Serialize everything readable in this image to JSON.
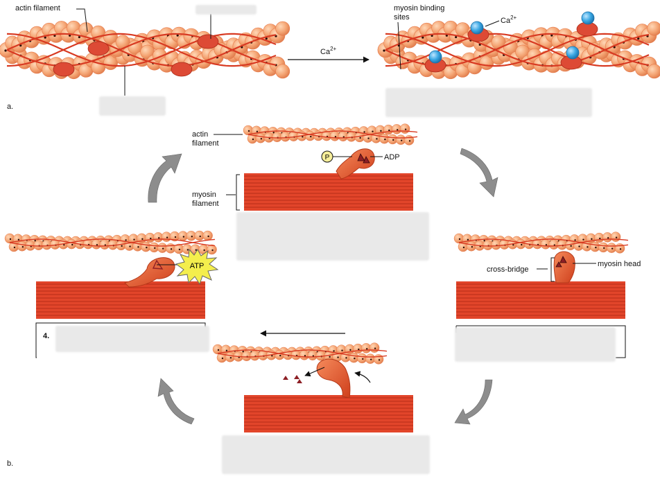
{
  "panel_a": {
    "panel_label": "a.",
    "actin_filament_label": "actin filament",
    "calcium_arrow_label": "Ca",
    "calcium_arrow_superscript": "2+",
    "myosin_binding_sites_label_line1": "myosin binding",
    "myosin_binding_sites_label_line2": "sites",
    "calcium_ion_label": "Ca",
    "calcium_ion_superscript": "2+"
  },
  "panel_b": {
    "panel_label": "b.",
    "actin_label_line1": "actin",
    "actin_label_line2": "filament",
    "myosin_label_line1": "myosin",
    "myosin_label_line2": "filament",
    "phosphate_symbol": "P",
    "adp_label": "ADP",
    "atp_label": "ATP",
    "cross_bridge_label": "cross-bridge",
    "myosin_head_label": "myosin head",
    "step4_number": "4."
  },
  "colors": {
    "actin_bead": "#f2a070",
    "actin_bead_dark": "#e77a4b",
    "actin_strand": "#d83a22",
    "tropomyosin_blob": "#dd4a35",
    "myosin_filament": "#e2452a",
    "myosin_stripe": "#b62d18",
    "myosin_head": "#e9582f",
    "calcium_ion": "#3aa7e3",
    "atp_burst": "#f4ee4d",
    "phosphate_fill": "#f6ee9a",
    "cycle_arrow": "#8d8d8d",
    "mask": "#e9e9e9"
  }
}
